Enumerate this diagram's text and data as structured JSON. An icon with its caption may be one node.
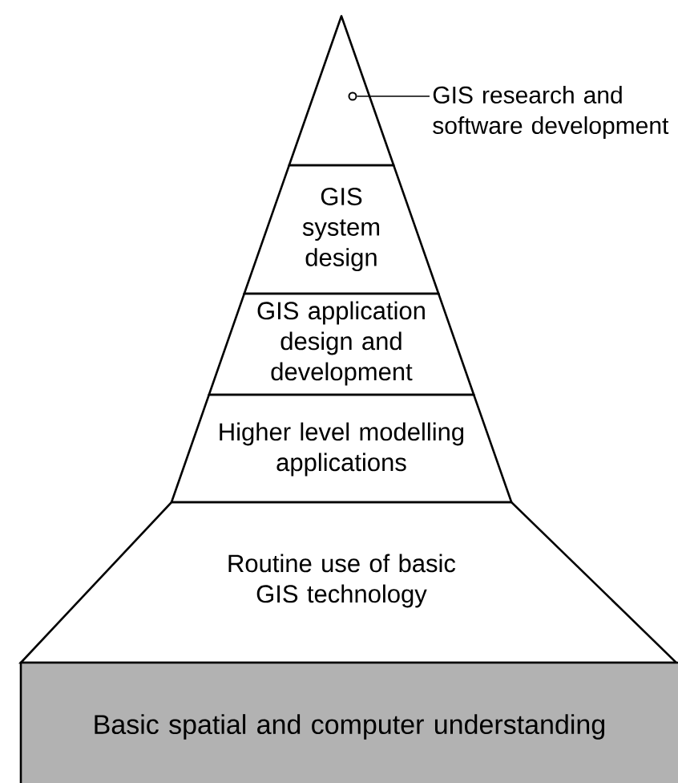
{
  "diagram": {
    "nodes": [
      {
        "text": [],
        "shape": "triangle"
      },
      {
        "text": [
          "GIS research and software development"
        ]
      },
      {
        "text": [
          "GIS system design"
        ]
      },
      {
        "text": [
          "GIS application design and development"
        ]
      },
      {
        "text": [
          "Higher level modelling applications"
        ]
      },
      {
        "text": [
          "Routine use of basic GIS technology"
        ]
      },
      {
        "text": [
          "Basic spatial and computer understanding"
        ]
      }
    ],
    "edges": [
      {
        "from": 1,
        "to": 0,
        "arrow": "none"
      }
    ]
  }
}
